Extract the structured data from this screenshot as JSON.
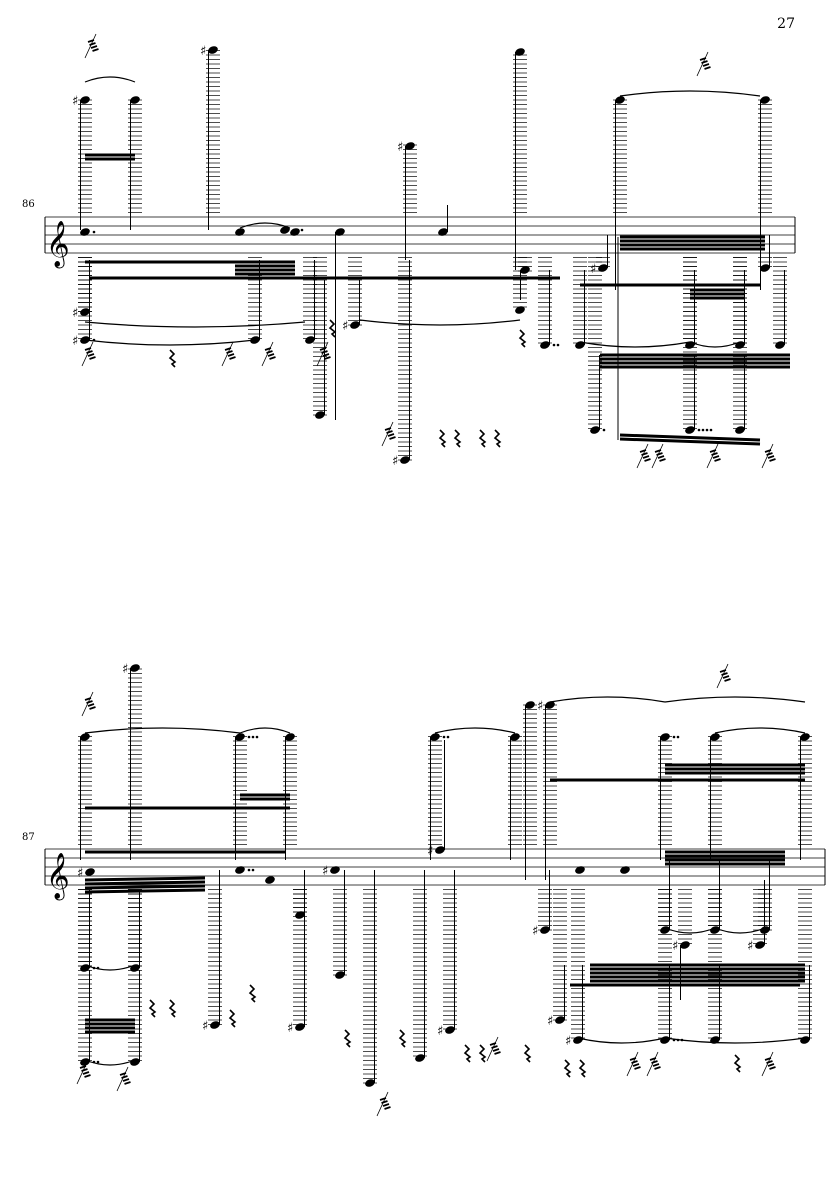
{
  "page_number": "27",
  "systems": [
    {
      "measure_number": "86"
    },
    {
      "measure_number": "87"
    }
  ],
  "symbols": {
    "treble_clef": "𝄞",
    "sharp": "♯",
    "eighth_rest": "𝄾"
  },
  "colors": {
    "ink": "#000000",
    "paper": "#ffffff"
  }
}
